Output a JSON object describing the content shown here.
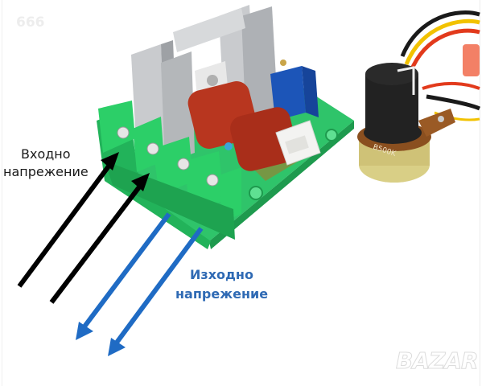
{
  "image": {
    "subject": "AC voltage regulator module with potentiometer knob",
    "watermark_top_left": "666",
    "watermark_bottom_right": "BAZAR",
    "potentiometer_marking": "B500K"
  },
  "annotations": {
    "input": {
      "line1": "Входно",
      "line2": "напрежение",
      "color": "#1a1a1a",
      "arrow_color": "#000000",
      "arrow_count": 2
    },
    "output": {
      "line1": "Изходно",
      "line2": "напрежение",
      "color": "#2f6ab4",
      "arrow_color": "#1f6bc4",
      "arrow_count": 2
    }
  },
  "colors": {
    "pcb_green": "#2fc46a",
    "terminal_green": "#22b35a",
    "capacitor_red": "#b8361f",
    "trimmer_blue": "#1c55b8",
    "heatsink_silver": "#b9bcbf",
    "knob_black": "#1d1d1d",
    "connector_white": "#f3f3f1"
  }
}
